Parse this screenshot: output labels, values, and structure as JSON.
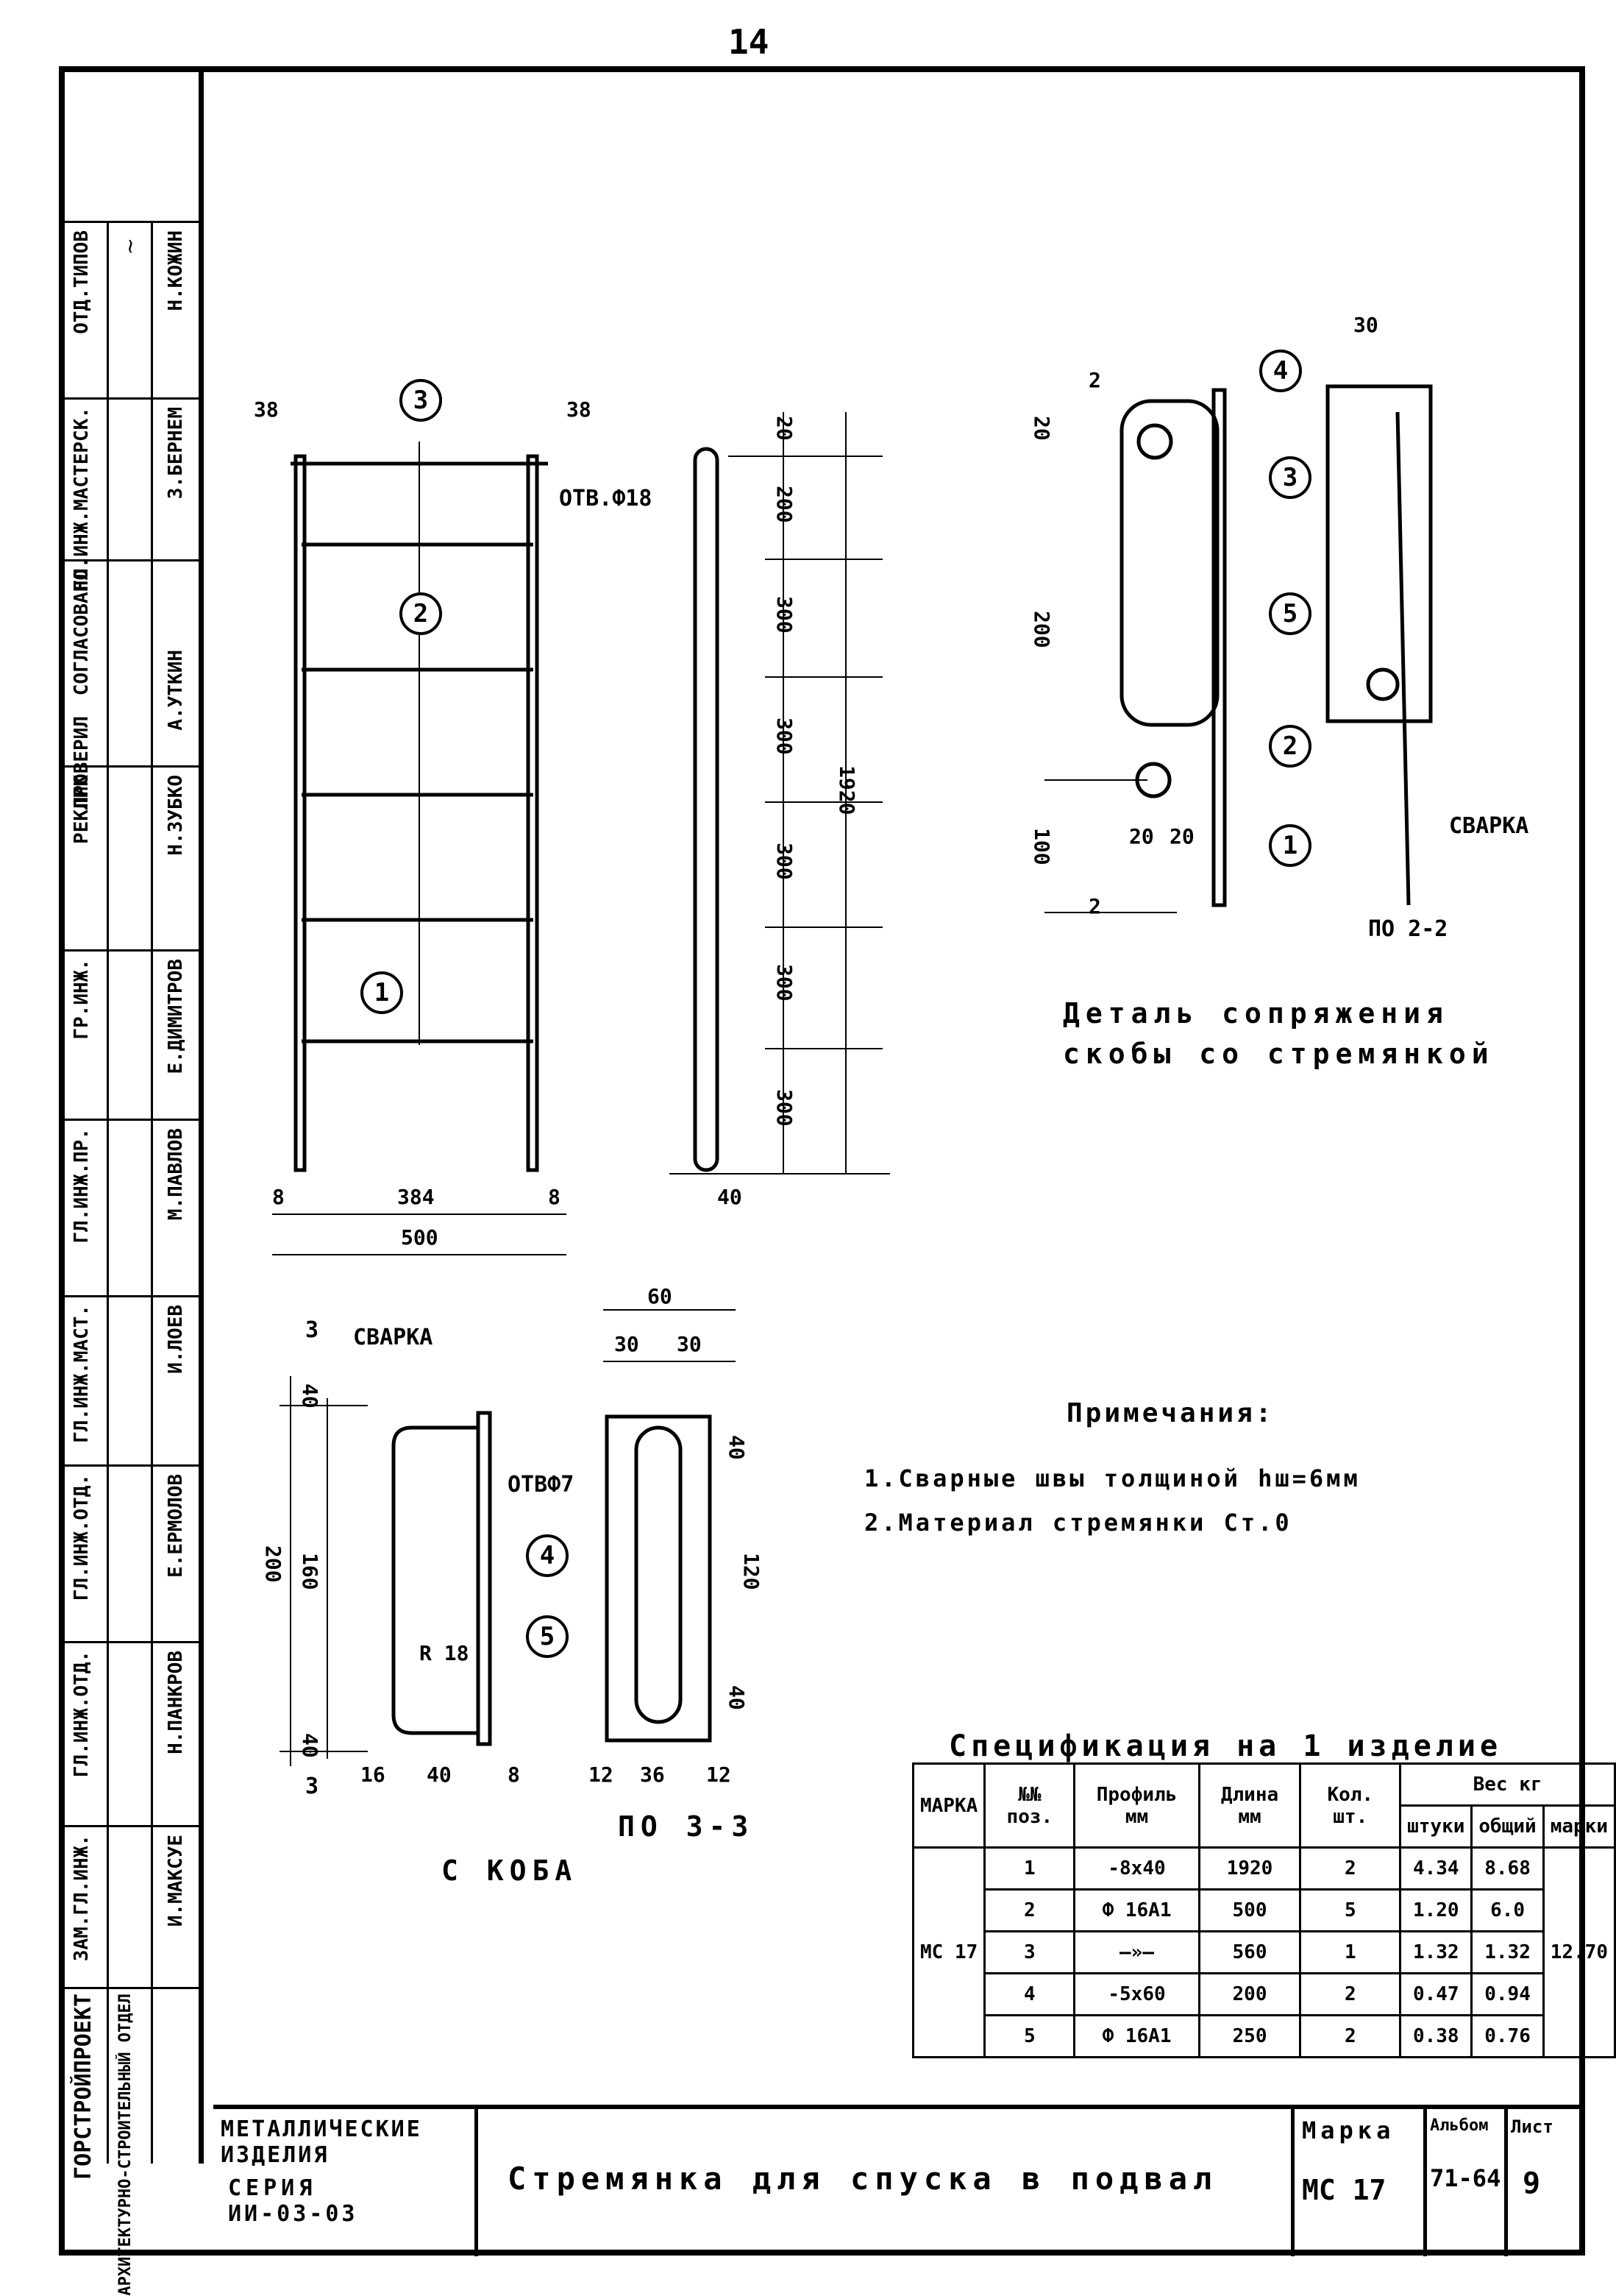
{
  "page_number": "14",
  "stamps": {
    "org": "ГОРСТРОЙПРОЕКТ",
    "org_dept": "АРХИТЕКТУРНО-СТРОИТЕЛЬНЫЙ ОТДЕЛ",
    "approvals": [
      {
        "role": "СОГЛАСОВАНО",
        "name": ""
      },
      {
        "role": "ГЛ.ИНЖ.МАСТЕРСК.",
        "name": "З.БЕРНЕМ"
      },
      {
        "role": "ОТД.ТИПОВ",
        "name": "Н.КОЖИН"
      },
      {
        "role": "ПРОВЕРИЛ",
        "name": "А.УТКИН"
      },
      {
        "role": "РЕКЛИК",
        "name": "Н.ЗУБКО"
      },
      {
        "role": "ГР.ИНЖ.",
        "name": "Е.ДИМИТРОВ"
      },
      {
        "role": "ГЛ.ИНЖ.ПР.",
        "name": "М.ПАВЛОВ"
      },
      {
        "role": "ГЛ.ИНЖ.МАСТ.",
        "name": "И.ЛОЕВ"
      },
      {
        "role": "ГЛ.ИНЖ.ОТД.",
        "name": "Е.ЕРМОЛОВ"
      },
      {
        "role": "ГЛ.ИНЖ.ОТД.",
        "name": "Н.ПАНКРОВ"
      },
      {
        "role": "ЗАМ.ГЛ.ИНЖ.",
        "name": "И.МАКСУЕ"
      }
    ]
  },
  "views": {
    "front": {
      "dims": [
        "38",
        "38",
        "384",
        "8",
        "8",
        "500"
      ],
      "callouts": [
        "3",
        "2",
        "1"
      ],
      "hole_label": "ОТВ.Ф18"
    },
    "side": {
      "dims": [
        "20",
        "200",
        "300",
        "300",
        "300",
        "300",
        "300",
        "1920",
        "40"
      ]
    },
    "bracket": {
      "title": "С КОБА",
      "section_mark": "3",
      "weld": "СВАРКА",
      "hole": "ОТВФ7",
      "dims": [
        "40",
        "200",
        "160",
        "40",
        "16",
        "40",
        "8",
        "12",
        "36",
        "12",
        "40",
        "120",
        "40",
        "R 18"
      ],
      "callouts": [
        "4",
        "5"
      ]
    },
    "section33": {
      "title": "ПО 3-3",
      "dims": [
        "60",
        "30",
        "30"
      ]
    },
    "detail": {
      "caption_line1": "Деталь сопряжения",
      "caption_line2": "скобы со стремянкой",
      "section_label": "ПО 2-2",
      "weld": "СВАРКА",
      "dims": [
        "30",
        "2",
        "20",
        "200",
        "100",
        "20",
        "20",
        "2"
      ],
      "callouts": [
        "4",
        "3",
        "5",
        "2",
        "1"
      ]
    }
  },
  "notes": {
    "title": "Примечания:",
    "items": [
      "1.Сварные швы толщиной hш=6мм",
      "2.Материал стремянки Ст.0"
    ]
  },
  "spec": {
    "title": "Спецификация на 1 изделие",
    "headers": {
      "mark": "МАРКА",
      "pos": "№№ поз.",
      "profile": "Профиль мм",
      "length": "Длина мм",
      "qty": "Кол. шт.",
      "weight": "Вес кг",
      "w_piece": "штуки",
      "w_total": "общий",
      "w_mark": "марки"
    },
    "mark": "МС 17",
    "mark_weight": "12.70",
    "rows": [
      {
        "pos": "1",
        "profile": "-8x40",
        "length": "1920",
        "qty": "2",
        "w_piece": "4.34",
        "w_total": "8.68"
      },
      {
        "pos": "2",
        "profile": "Ф 16А1",
        "length": "500",
        "qty": "5",
        "w_piece": "1.20",
        "w_total": "6.0"
      },
      {
        "pos": "3",
        "profile": "—»—",
        "length": "560",
        "qty": "1",
        "w_piece": "1.32",
        "w_total": "1.32"
      },
      {
        "pos": "4",
        "profile": "-5x60",
        "length": "200",
        "qty": "2",
        "w_piece": "0.47",
        "w_total": "0.94"
      },
      {
        "pos": "5",
        "profile": "Ф 16А1",
        "length": "250",
        "qty": "2",
        "w_piece": "0.38",
        "w_total": "0.76"
      }
    ]
  },
  "title_block": {
    "series_label": "МЕТАЛЛИЧЕСКИЕ ИЗДЕЛИЯ",
    "series": "СЕРИЯ",
    "series_no": "ИИ-03-03",
    "name": "Стремянка для спуска в подвал",
    "mark_label": "Марка",
    "mark": "МС 17",
    "album_label": "Альбом",
    "album": "71-64",
    "sheet_label": "Лист",
    "sheet": "9"
  }
}
